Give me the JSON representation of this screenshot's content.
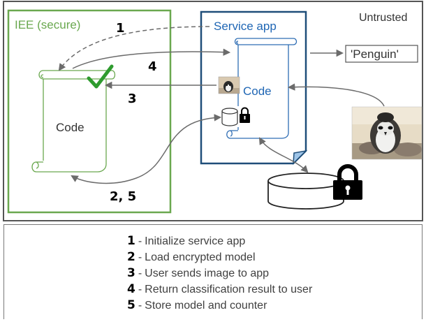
{
  "diagram": {
    "untrusted_label": "Untrusted",
    "iee_label": "IEE (secure)",
    "service_label": "Service app",
    "iee_code_label": "Code",
    "service_code_label": "Code",
    "output_label": "'Penguin'",
    "steps": {
      "initialize": "1",
      "load": "2, 5",
      "send_image": "3",
      "return_result": "4"
    }
  },
  "legend": {
    "separator": "-",
    "items": [
      {
        "num": "1",
        "text": "Initialize service app"
      },
      {
        "num": "2",
        "text": "Load encrypted model"
      },
      {
        "num": "3",
        "text": "User sends image to app"
      },
      {
        "num": "4",
        "text": "Return classification result to user"
      },
      {
        "num": "5",
        "text": "Store model and counter"
      }
    ]
  },
  "colors": {
    "iee_green": "#6aa84f",
    "service_blue": "#1f4e79",
    "code_blue": "#2e6db4",
    "check_green": "#2e9b2e",
    "arrow_gray": "#6b6b6b"
  }
}
